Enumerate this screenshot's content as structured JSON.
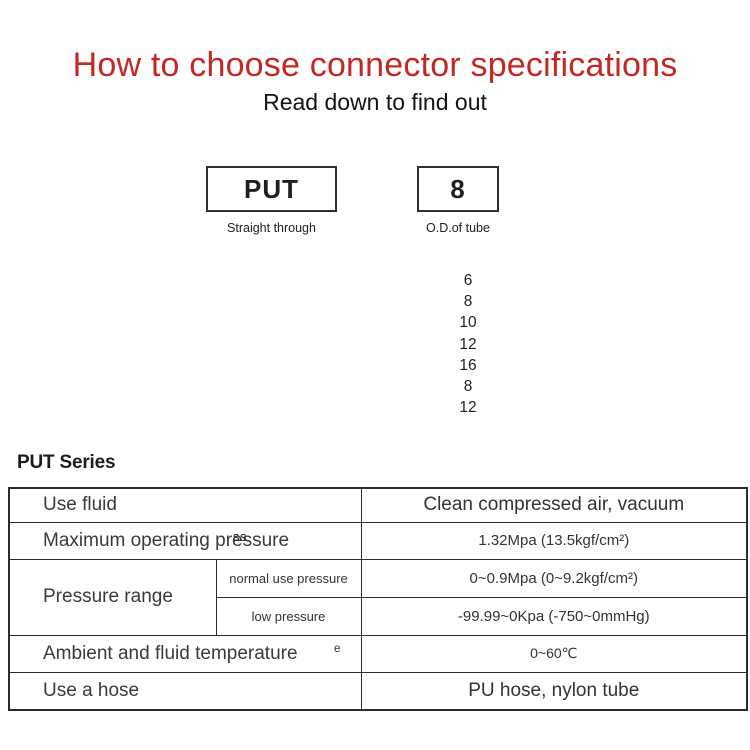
{
  "page": {
    "title": "How to choose connector specifications",
    "subtitle": "Read down to find out"
  },
  "selector": {
    "model_box": {
      "label": "PUT",
      "caption": "Straight through"
    },
    "size_box": {
      "label": "8",
      "caption": "O.D.of tube"
    },
    "tube_od_options": [
      "6",
      "8",
      "10",
      "12",
      "16",
      "8",
      "12"
    ]
  },
  "series": {
    "heading": "PUT Series",
    "table": {
      "rows": [
        {
          "label": "Use fluid",
          "value": "Clean compressed air, vacuum"
        },
        {
          "label": "Maximum operating pressure",
          "value": "1.32Mpa (13.5kgf/cm²)"
        },
        {
          "label": "Pressure range",
          "sub": "normal use pressure",
          "value": "0~0.9Mpa (0~9.2kgf/cm²)"
        },
        {
          "sub": "low pressure",
          "value": "-99.99~0Kpa (-750~0mmHg)"
        },
        {
          "label": "Ambient and fluid temperature",
          "value": "0~60℃"
        },
        {
          "label": "Use a hose",
          "value": "PU hose, nylon tube"
        }
      ]
    }
  },
  "artifacts": {
    "pressure_overlay": "ss",
    "temperature_stray": "e"
  },
  "colors": {
    "accent_red": "#c32823",
    "row_shade": "#f6eedd",
    "table_border": "#2b2b2b"
  }
}
